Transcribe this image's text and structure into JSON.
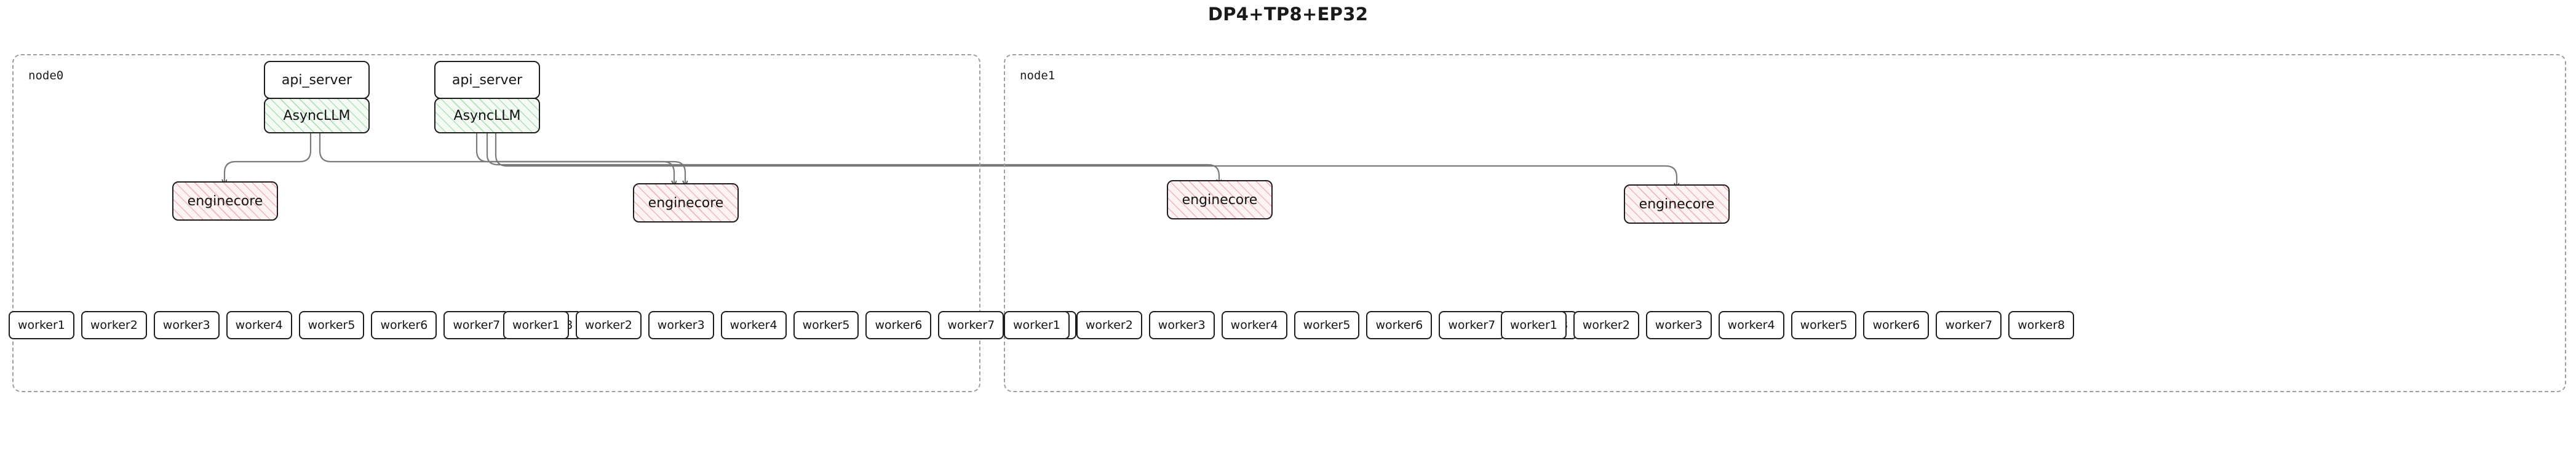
{
  "title": "DP4+TP8+EP32",
  "colors": {
    "async_hatch": "#78c882",
    "engine_hatch": "#e4828c",
    "box_border": "#1d1d1d",
    "group_border": "#9e9e9e",
    "arrow": "#6b6b6b",
    "text": "#141414"
  },
  "groups": [
    {
      "id": "node0",
      "label": "node0",
      "servers": [
        {
          "api_label": "api_server",
          "async_label": "AsyncLLM"
        },
        {
          "api_label": "api_server",
          "async_label": "AsyncLLM"
        }
      ],
      "engines": [
        {
          "label": "enginecore"
        },
        {
          "label": "enginecore"
        }
      ],
      "worker_rows": [
        [
          "worker1",
          "worker2",
          "worker3",
          "worker4",
          "worker5",
          "worker6",
          "worker7",
          "worker8"
        ],
        [
          "worker1",
          "worker2",
          "worker3",
          "worker4",
          "worker5",
          "worker6",
          "worker7",
          "worker8"
        ]
      ]
    },
    {
      "id": "node1",
      "label": "node1",
      "servers": [],
      "engines": [
        {
          "label": "enginecore"
        },
        {
          "label": "enginecore"
        }
      ],
      "worker_rows": [
        [
          "worker1",
          "worker2",
          "worker3",
          "worker4",
          "worker5",
          "worker6",
          "worker7",
          "worker8"
        ],
        [
          "worker1",
          "worker2",
          "worker3",
          "worker4",
          "worker5",
          "worker6",
          "worker7",
          "worker8"
        ]
      ]
    }
  ]
}
